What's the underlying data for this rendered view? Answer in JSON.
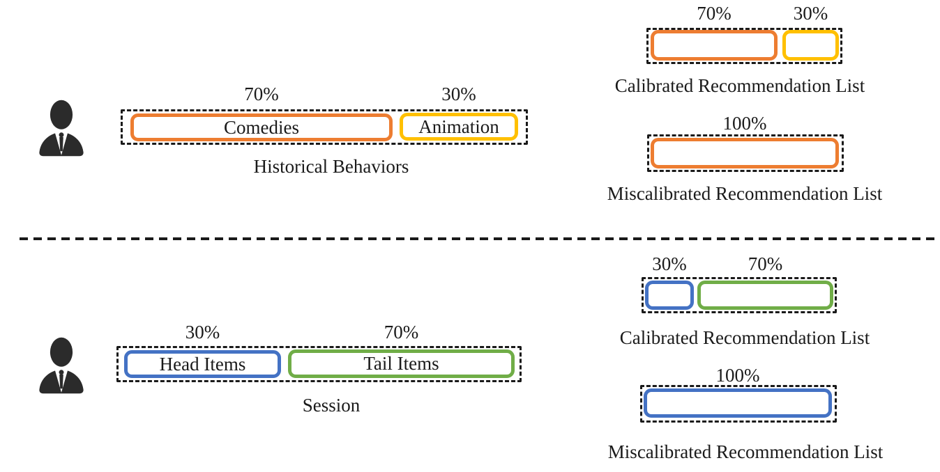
{
  "colors": {
    "orange": "#ED7D31",
    "yellow": "#FFC000",
    "blue": "#4472C4",
    "green": "#70AD47",
    "ink": "#1a1a1a"
  },
  "icons": {
    "user": "businessman-silhouette"
  },
  "top_section": {
    "profile": {
      "percent_left": "70%",
      "percent_right": "30%",
      "box_left_label": "Comedies",
      "box_right_label": "Animation",
      "caption": "Historical Behaviors"
    },
    "calibrated": {
      "percent_left": "70%",
      "percent_right": "30%",
      "caption": "Calibrated Recommendation List"
    },
    "miscalibrated": {
      "percent": "100%",
      "caption": "Miscalibrated Recommendation List"
    }
  },
  "bottom_section": {
    "profile": {
      "percent_left": "30%",
      "percent_right": "70%",
      "box_left_label": "Head Items",
      "box_right_label": "Tail Items",
      "caption": "Session"
    },
    "calibrated": {
      "percent_left": "30%",
      "percent_right": "70%",
      "caption": "Calibrated Recommendation List"
    },
    "miscalibrated": {
      "percent": "100%",
      "caption": "Miscalibrated Recommendation List"
    }
  }
}
